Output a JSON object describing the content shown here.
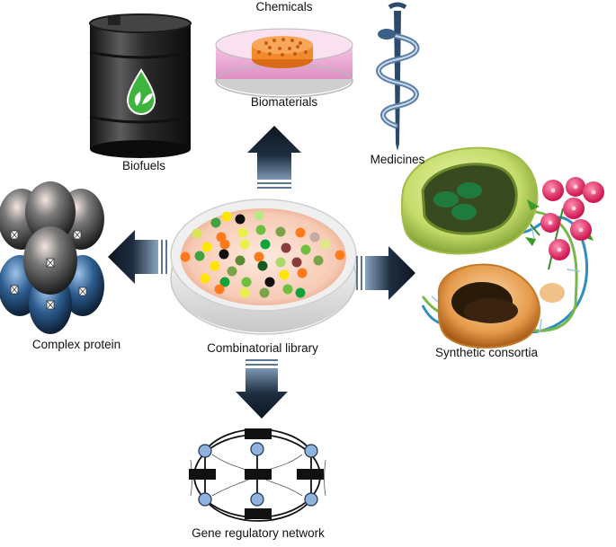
{
  "labels": {
    "chemicals": "Chemicals",
    "biomaterials": "Biomaterials",
    "biofuels": "Biofuels",
    "medicines": "Medicines",
    "complex_protein": "Complex protein",
    "combinatorial_library": "Combinatorial library",
    "synthetic_consortia": "Synthetic consortia",
    "gene_regulatory_network": "Gene regulatory network"
  },
  "icons": [
    "oil-barrel-icon",
    "petri-dish-icon",
    "caduceus-icon",
    "protein-complex-icon",
    "microbial-consortia-icon",
    "network-icon"
  ],
  "colors": {
    "arrow_dark": "#0d1620",
    "arrow_light": "#7d97b2",
    "barrel": "#2b2b2b",
    "leaf_green": "#3db43d",
    "dish_pink": "#e9a6d4",
    "scaffold_orange": "#f08a2c",
    "protein_grey": "#3a3a3a",
    "protein_blue": "#2b5a8a",
    "node_blue": "#8fb3dc"
  }
}
